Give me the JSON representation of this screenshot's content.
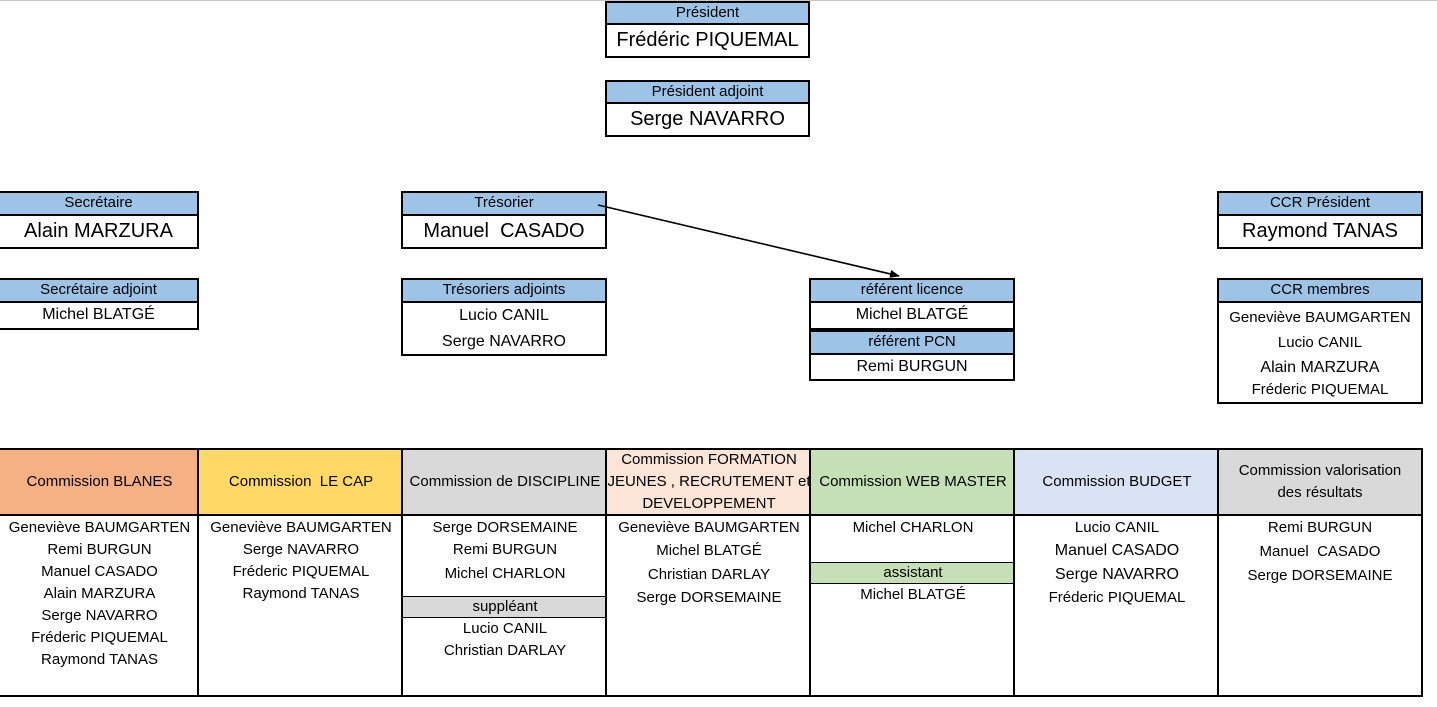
{
  "president": {
    "title": "Président",
    "name": "Frédéric PIQUEMAL"
  },
  "president_adjoint": {
    "title": "Président adjoint",
    "name": "Serge NAVARRO"
  },
  "secretaire": {
    "title": "Secrétaire",
    "name": "Alain MARZURA"
  },
  "secretaire_adjoint": {
    "title": "Secrétaire adjoint",
    "name": "Michel BLATGÉ"
  },
  "tresorier": {
    "title": "Trésorier",
    "name": "Manuel  CASADO"
  },
  "tresoriers_adjoints": {
    "title": "Trésoriers adjoints",
    "members": [
      "Lucio CANIL",
      "Serge NAVARRO"
    ]
  },
  "referent_licence": {
    "title": "référent licence",
    "name": "Michel BLATGÉ"
  },
  "referent_pcn": {
    "title": "référent PCN",
    "name": "Remi BURGUN"
  },
  "ccr_president": {
    "title": "CCR Président",
    "name": "Raymond TANAS"
  },
  "ccr_membres": {
    "title": "CCR membres",
    "members": [
      "Geneviève BAUMGARTEN",
      "Lucio CANIL",
      "Alain MARZURA",
      "Fréderic PIQUEMAL"
    ]
  },
  "commissions": [
    {
      "title": "Commission BLANES",
      "color": "#f4b183",
      "members": [
        "Geneviève BAUMGARTEN",
        "Remi BURGUN",
        "Manuel CASADO",
        "Alain MARZURA",
        "Serge NAVARRO",
        "Fréderic PIQUEMAL",
        "Raymond TANAS"
      ]
    },
    {
      "title": "Commission  LE CAP",
      "color": "#ffd966",
      "members": [
        "Geneviève BAUMGARTEN",
        "Serge NAVARRO",
        "Fréderic PIQUEMAL",
        "Raymond TANAS"
      ]
    },
    {
      "title": "Commission de DISCIPLINE",
      "color": "#d9d9d9",
      "members": [
        "Serge DORSEMAINE",
        "Remi BURGUN",
        "Michel CHARLON"
      ],
      "sub_title": "suppléant",
      "sub_color": "#d9d9d9",
      "sub_members": [
        "Lucio CANIL",
        "Christian DARLAY"
      ]
    },
    {
      "title": "Commission FORMATION JEUNES , RECRUTEMENT et DEVELOPPEMENT",
      "color": "#fbe5d6",
      "title_lines": [
        "Commission FORMATION",
        "JEUNES , RECRUTEMENT et",
        "DEVELOPPEMENT"
      ],
      "members": [
        "Geneviève BAUMGARTEN",
        "Michel BLATGÉ",
        "Christian DARLAY",
        "Serge DORSEMAINE"
      ]
    },
    {
      "title": "Commission WEB MASTER",
      "color": "#c5e0b4",
      "members": [
        "Michel CHARLON"
      ],
      "sub_title": "assistant",
      "sub_color": "#c5e0b4",
      "sub_members": [
        "Michel BLATGÉ"
      ]
    },
    {
      "title": "Commission BUDGET",
      "color": "#dae3f3",
      "members": [
        "Lucio CANIL",
        "Manuel CASADO",
        "Serge NAVARRO",
        "Fréderic PIQUEMAL"
      ]
    },
    {
      "title": "Commission valorisation des résultats",
      "color": "#d9d9d9",
      "title_lines": [
        "Commission valorisation",
        "des résultats"
      ],
      "members": [
        "Remi BURGUN",
        "Manuel  CASADO",
        "Serge DORSEMAINE"
      ]
    }
  ]
}
